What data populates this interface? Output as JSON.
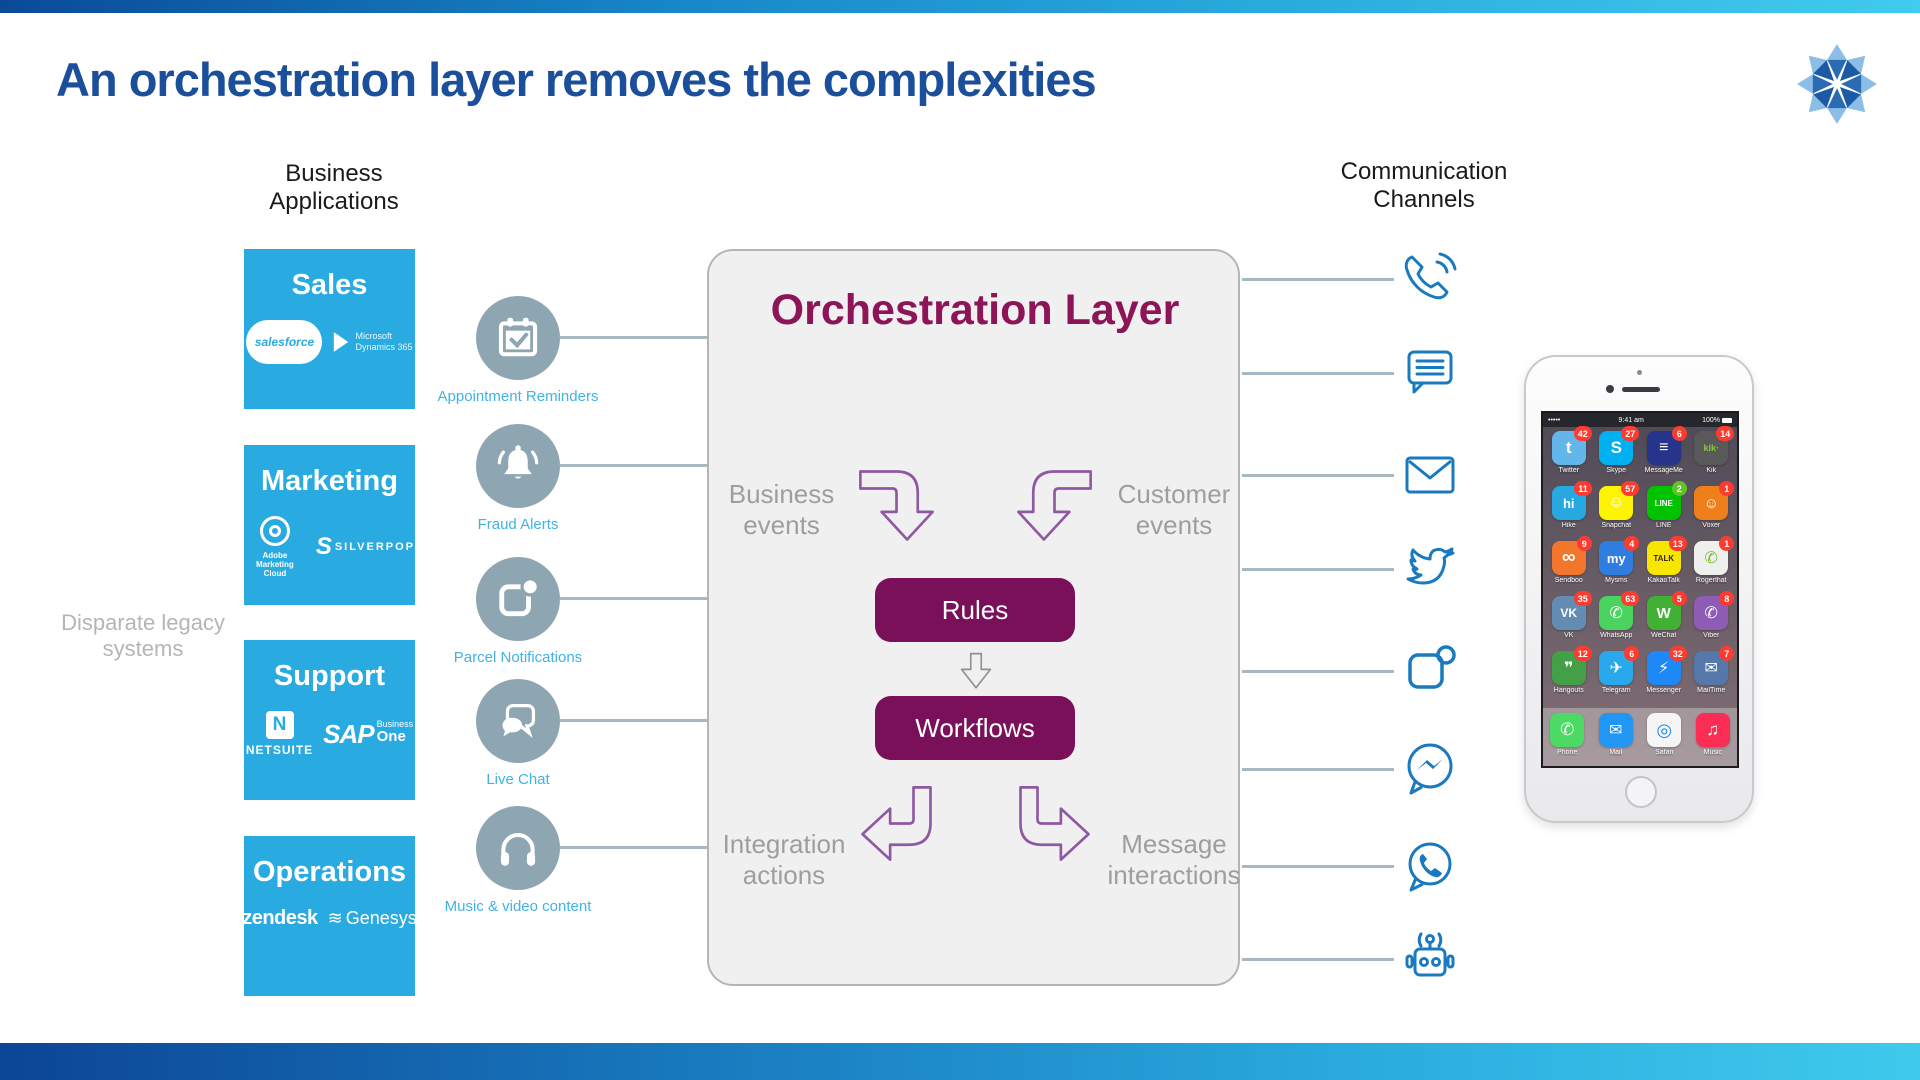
{
  "page": {
    "title": "An orchestration layer removes the complexities"
  },
  "colors": {
    "title_blue": "#1b4e9b",
    "box_blue": "#29abe2",
    "circle_gray": "#8ea6b2",
    "label_blue": "#41b2e6",
    "maroon_title": "#8c1457",
    "pill_purple": "#7a1059",
    "arrow_purple": "#8f58a3",
    "channel_blue": "#1a7abf",
    "badge_red": "#ff3b30"
  },
  "left_column": {
    "header": "Business Applications",
    "side_note": "Disparate legacy systems",
    "sales": {
      "title": "Sales",
      "salesforce": "salesforce",
      "microsoft_line1": "Microsoft",
      "microsoft_line2": "Dynamics 365"
    },
    "marketing": {
      "title": "Marketing",
      "adobe": "Adobe Marketing Cloud",
      "silverpop_s": "S",
      "silverpop": "SILVERPOP"
    },
    "support": {
      "title": "Support",
      "netsuite_n": "N",
      "netsuite": "NETSUITE",
      "sap": "SAP",
      "sap_business": "Business",
      "sap_one": "One"
    },
    "operations": {
      "title": "Operations",
      "zendesk": "zendesk",
      "genesys_swirl": "≋",
      "genesys": "Genesys"
    }
  },
  "event_sources": [
    {
      "id": "appointment-reminders-source",
      "icon_name": "calendar-check-icon",
      "icon": "#icon-calendar-check",
      "label": "Appointment Reminders"
    },
    {
      "id": "fraud-alerts-source",
      "icon_name": "bell-icon",
      "icon": "#icon-bell",
      "label": "Fraud Alerts"
    },
    {
      "id": "parcel-notifications-source",
      "icon_name": "parcel-notification-icon",
      "icon": "#icon-parcel",
      "label": "Parcel Notifications"
    },
    {
      "id": "live-chat-source",
      "icon_name": "chat-bubbles-icon",
      "icon": "#icon-livechat",
      "label": "Live Chat"
    },
    {
      "id": "music-video-content-source",
      "icon_name": "headphones-icon",
      "icon": "#icon-headphones",
      "label": "Music & video content"
    }
  ],
  "orchestration": {
    "title": "Orchestration Layer",
    "input_left": "Business events",
    "input_right": "Customer events",
    "rules": "Rules",
    "workflows": "Workflows",
    "output_left": "Integration actions",
    "output_right": "Message interactions"
  },
  "channels": {
    "header": "Communication Channels",
    "items": [
      {
        "id": "voice-call-channel",
        "icon_name": "voice-call-icon",
        "icon": "#icon-voice-call"
      },
      {
        "id": "sms-channel",
        "icon_name": "sms-message-icon",
        "icon": "#icon-sms"
      },
      {
        "id": "email-channel",
        "icon_name": "email-icon",
        "icon": "#icon-email"
      },
      {
        "id": "twitter-channel",
        "icon_name": "twitter-bird-icon",
        "icon": "#icon-twitter"
      },
      {
        "id": "push-notification-channel",
        "icon_name": "push-notification-icon",
        "icon": "#icon-push"
      },
      {
        "id": "messenger-channel",
        "icon_name": "messenger-icon",
        "icon": "#icon-messenger"
      },
      {
        "id": "whatsapp-channel",
        "icon_name": "whatsapp-icon",
        "icon": "#icon-whatsapp"
      },
      {
        "id": "chatbot-channel",
        "icon_name": "chatbot-icon",
        "icon": "#icon-chatbot"
      }
    ]
  },
  "phone": {
    "carrier": "•••••",
    "time": "9:41 am",
    "battery": "100%",
    "apps": [
      {
        "id": "twitter-app",
        "name": "Twitter",
        "badge": "42",
        "badge_bg": "#ff3b30",
        "bg": "#62b6e9",
        "fg": "#ffffff",
        "glyph": "t",
        "glyph_size": "17px"
      },
      {
        "id": "skype-app",
        "name": "Skype",
        "badge": "27",
        "badge_bg": "#ff3b30",
        "bg": "#00b0f0",
        "fg": "#ffffff",
        "glyph": "S",
        "glyph_size": "17px"
      },
      {
        "id": "messageme-app",
        "name": "MessageMe",
        "badge": "6",
        "badge_bg": "#ff3b30",
        "bg": "#27348b",
        "fg": "#ffffff",
        "glyph": "≡",
        "glyph_size": "16px"
      },
      {
        "id": "kik-app",
        "name": "Kik",
        "badge": "14",
        "badge_bg": "#ff3b30",
        "bg": "#595959",
        "fg": "#8dc63f",
        "glyph": "kik·",
        "glyph_size": "9px"
      },
      {
        "id": "hike-app",
        "name": "Hike",
        "badge": "11",
        "badge_bg": "#ff3b30",
        "bg": "#28a8e0",
        "fg": "#ffffff",
        "glyph": "hi",
        "glyph_size": "13px"
      },
      {
        "id": "snapchat-app",
        "name": "Snapchat",
        "badge": "57",
        "badge_bg": "#ff3b30",
        "bg": "#fdf400",
        "fg": "#ffffff",
        "glyph": "☺",
        "glyph_size": "16px"
      },
      {
        "id": "line-app",
        "name": "LINE",
        "badge": "2",
        "badge_bg": "#62c328",
        "bg": "#00c300",
        "fg": "#ffffff",
        "glyph": "LINE",
        "glyph_size": "8px"
      },
      {
        "id": "voxer-app",
        "name": "Voxer",
        "badge": "1",
        "badge_bg": "#ff3b30",
        "bg": "#ef7f1a",
        "fg": "#ffffff",
        "glyph": "☺",
        "glyph_size": "15px"
      },
      {
        "id": "sendboo-app",
        "name": "Sendboo",
        "badge": "9",
        "badge_bg": "#ff3b30",
        "bg": "#f2762b",
        "fg": "#ffffff",
        "glyph": "∞",
        "glyph_size": "19px"
      },
      {
        "id": "mysms-app",
        "name": "Mysms",
        "badge": "4",
        "badge_bg": "#ff3b30",
        "bg": "#2f7de1",
        "fg": "#ffffff",
        "glyph": "my",
        "glyph_size": "13px"
      },
      {
        "id": "kakaotalk-app",
        "name": "KakaoTalk",
        "badge": "13",
        "badge_bg": "#ff3b30",
        "bg": "#f7e600",
        "fg": "#3a1e1e",
        "glyph": "TALK",
        "glyph_size": "8px"
      },
      {
        "id": "rogerthat-app",
        "name": "Rogerthat",
        "badge": "1",
        "badge_bg": "#ff3b30",
        "bg": "#eef0ee",
        "fg": "#7cb82f",
        "glyph": "✆",
        "glyph_size": "16px"
      },
      {
        "id": "vk-app",
        "name": "VK",
        "badge": "35",
        "badge_bg": "#ff3b30",
        "bg": "#638cb2",
        "fg": "#ffffff",
        "glyph": "VK",
        "glyph_size": "12px"
      },
      {
        "id": "whatsapp-app",
        "name": "WhatsApp",
        "badge": "63",
        "badge_bg": "#ff3b30",
        "bg": "#4ad45f",
        "fg": "#ffffff",
        "glyph": "✆",
        "glyph_size": "16px"
      },
      {
        "id": "wechat-app",
        "name": "WeChat",
        "badge": "5",
        "badge_bg": "#ff3b30",
        "bg": "#41b035",
        "fg": "#ffffff",
        "glyph": "W",
        "glyph_size": "15px"
      },
      {
        "id": "viber-app",
        "name": "Viber",
        "badge": "8",
        "badge_bg": "#ff3b30",
        "bg": "#8e5bb5",
        "fg": "#ffffff",
        "glyph": "✆",
        "glyph_size": "16px"
      },
      {
        "id": "hangouts-app",
        "name": "Hangouts",
        "badge": "12",
        "badge_bg": "#ff3b30",
        "bg": "#43a047",
        "fg": "#ffffff",
        "glyph": "❞",
        "glyph_size": "16px"
      },
      {
        "id": "telegram-app",
        "name": "Telegram",
        "badge": "6",
        "badge_bg": "#ff3b30",
        "bg": "#29a9eb",
        "fg": "#ffffff",
        "glyph": "✈",
        "glyph_size": "16px"
      },
      {
        "id": "messenger-app",
        "name": "Messenger",
        "badge": "32",
        "badge_bg": "#ff3b30",
        "bg": "#1e88f7",
        "fg": "#ffffff",
        "glyph": "⚡",
        "glyph_size": "16px"
      },
      {
        "id": "mailtime-app",
        "name": "MailTime",
        "badge": "7",
        "badge_bg": "#ff3b30",
        "bg": "#5577aa",
        "fg": "#ffffff",
        "glyph": "✉",
        "glyph_size": "16px"
      }
    ],
    "dock": [
      {
        "id": "phone-app",
        "name": "Phone",
        "bg": "#4cd964",
        "fg": "#ffffff",
        "glyph": "✆",
        "glyph_size": "17px"
      },
      {
        "id": "mail-app",
        "name": "Mail",
        "bg": "#2196f3",
        "fg": "#ffffff",
        "glyph": "✉",
        "glyph_size": "16px"
      },
      {
        "id": "safari-app",
        "name": "Safari",
        "bg": "#f5f5f7",
        "fg": "#1e88e5",
        "glyph": "◎",
        "glyph_size": "18px"
      },
      {
        "id": "music-app",
        "name": "Music",
        "bg": "#fb2d55",
        "fg": "#ffffff",
        "glyph": "♫",
        "glyph_size": "17px"
      }
    ]
  }
}
